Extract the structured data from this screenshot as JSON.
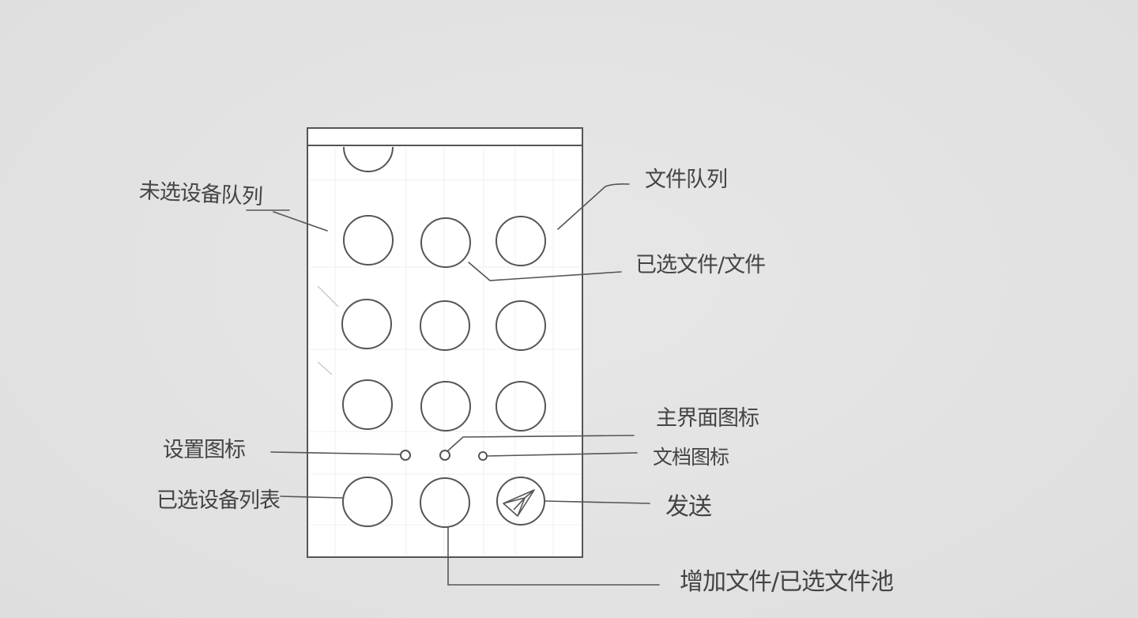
{
  "annotations": {
    "unselected_devices_queue": "未选设备队列",
    "file_queue": "文件队列",
    "selected_files": "已选文件/文件",
    "main_screen_icon": "主界面图标",
    "document_icon": "文档图标",
    "settings_icon": "设置图标",
    "selected_devices_list": "已选设备列表",
    "send": "发送",
    "add_file_pool": "增加文件/已选文件池"
  },
  "icons": {
    "send_button": "paper-plane-icon"
  },
  "colors": {
    "background": "#e4e4e4",
    "phone_frame": "#ffffff",
    "stroke": "#555555",
    "text": "#444444"
  }
}
